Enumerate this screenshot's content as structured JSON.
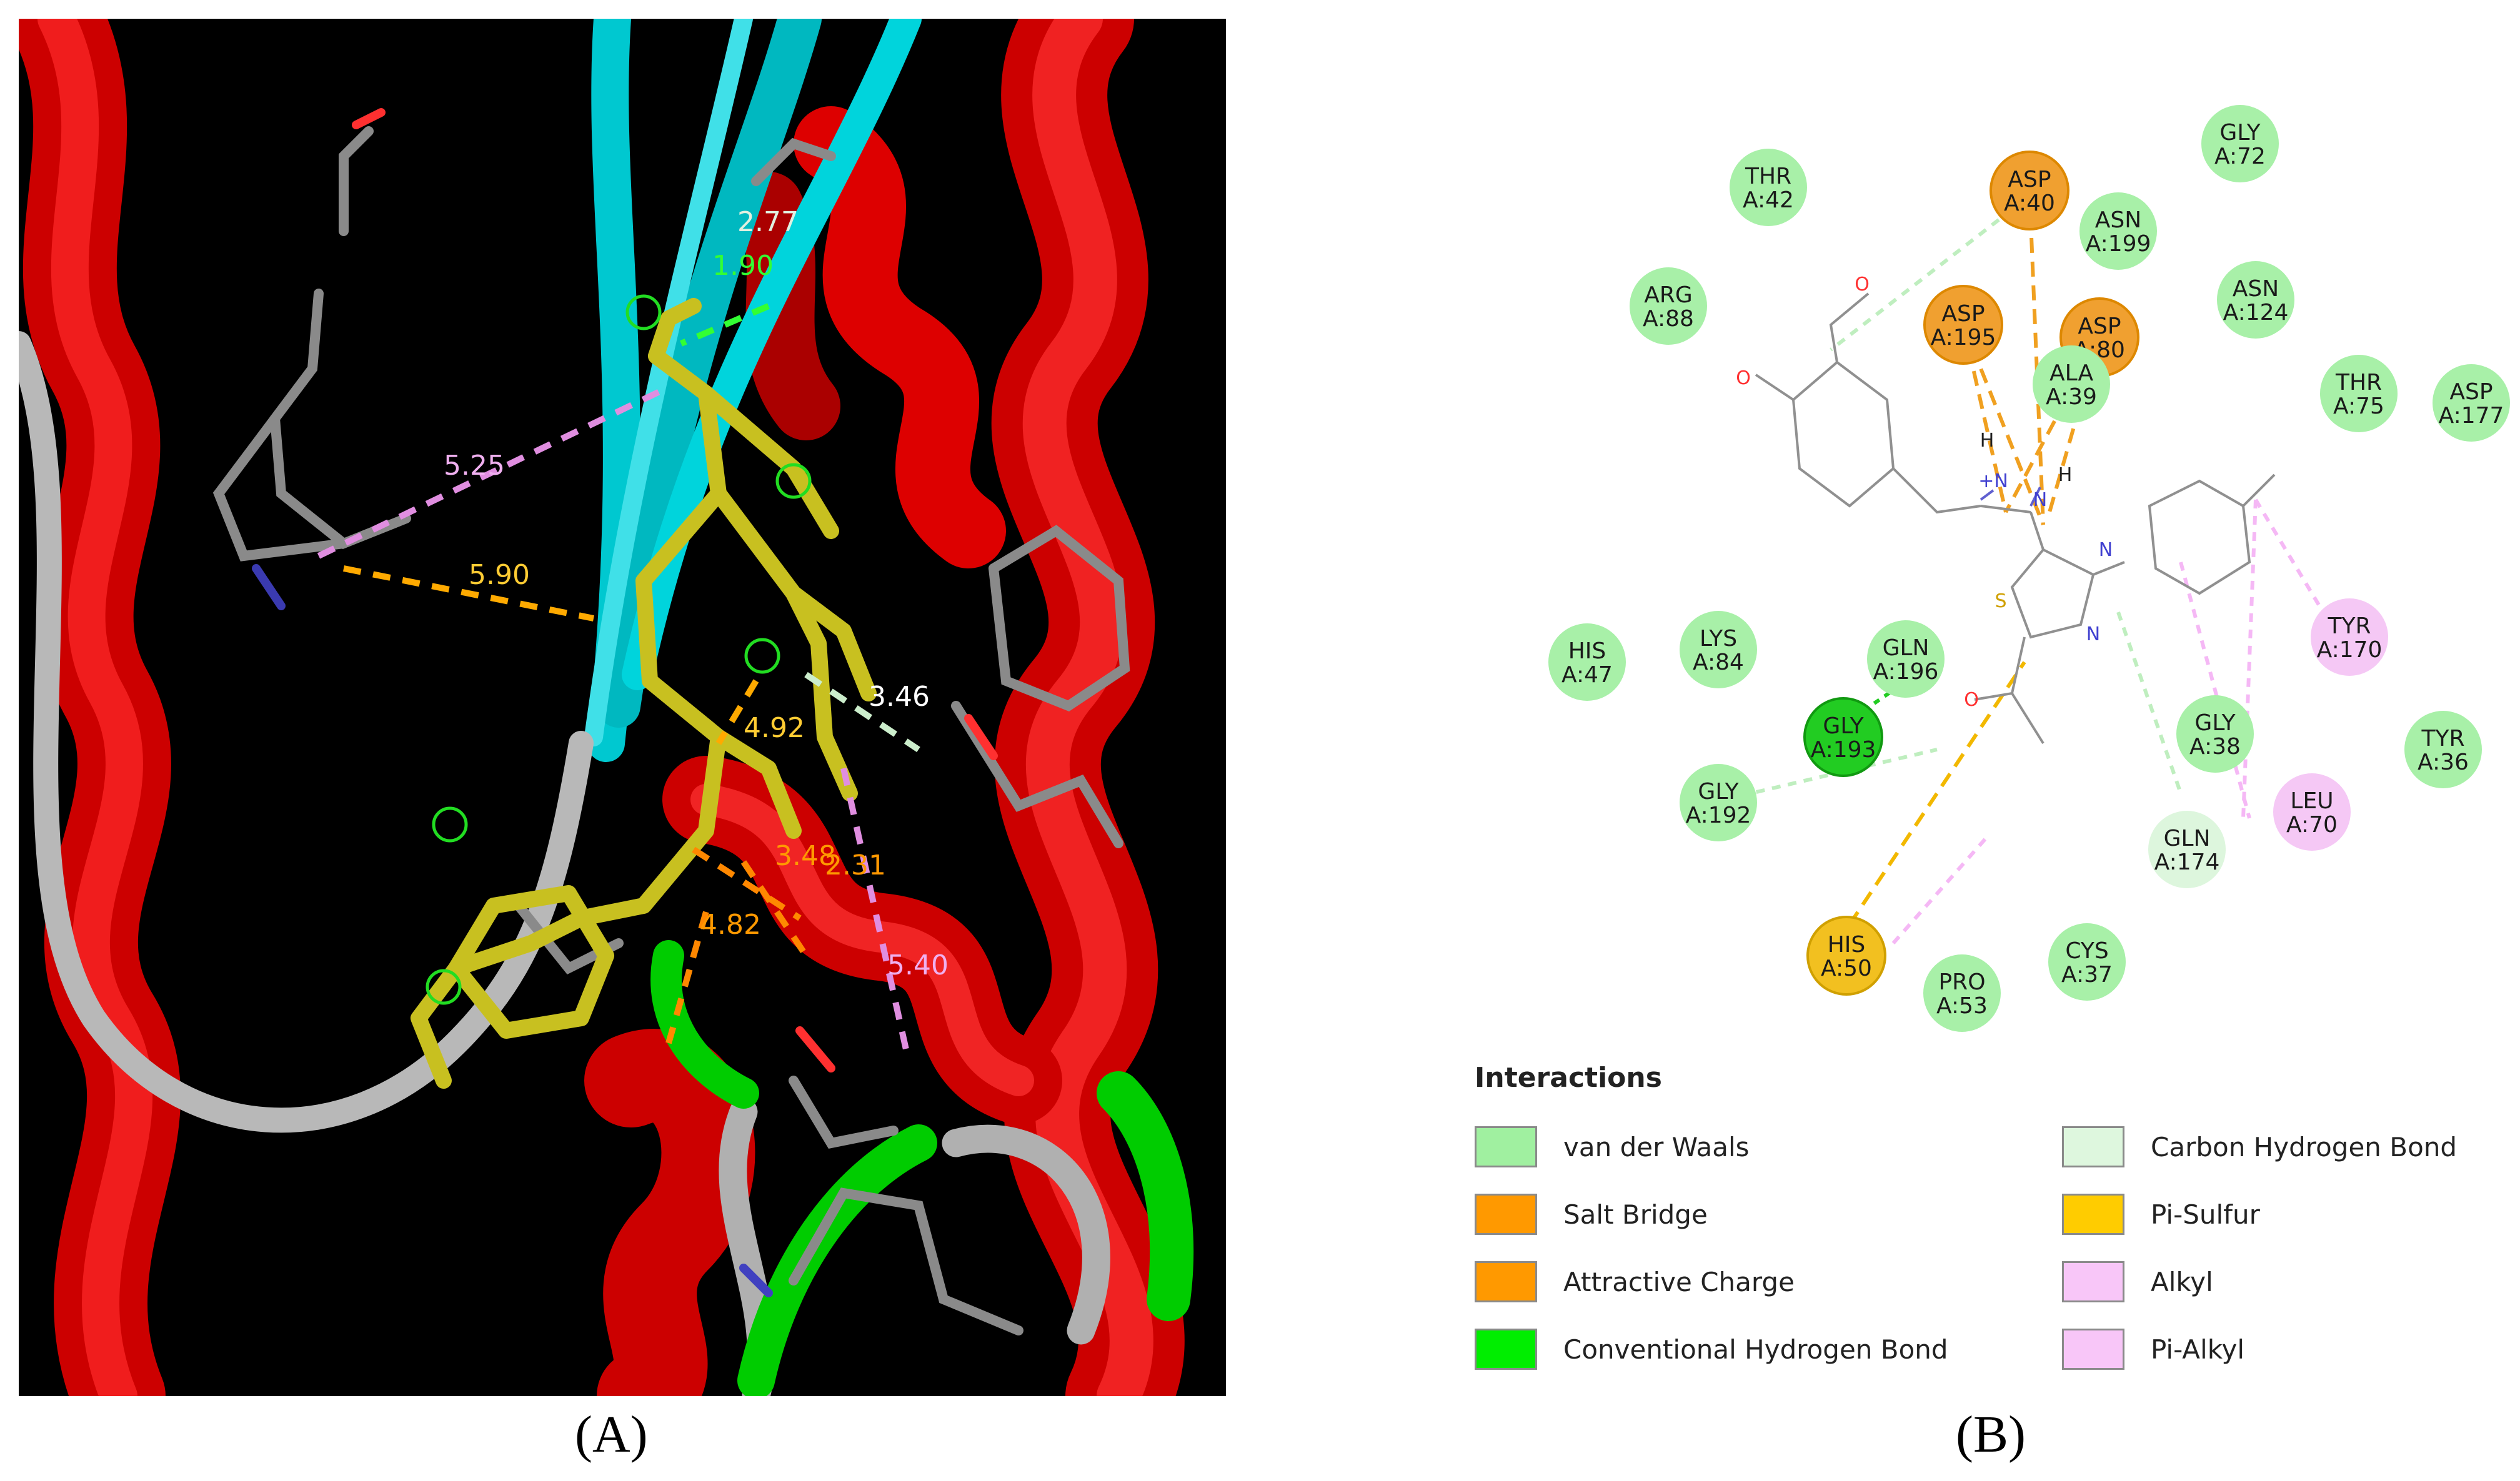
{
  "captions": {
    "a": "(A)",
    "b": "(B)"
  },
  "panel_a": {
    "distances": [
      {
        "text": "2.77",
        "color": "#e0f0e0"
      },
      {
        "text": "1.90",
        "color": "#33ff33"
      },
      {
        "text": "5.25",
        "color": "#f0b0f0"
      },
      {
        "text": "5.90",
        "color": "#ffcc33"
      },
      {
        "text": "3.46",
        "color": "#ffffff"
      },
      {
        "text": "4.92",
        "color": "#ffcc33"
      },
      {
        "text": "3.48",
        "color": "#ff9900"
      },
      {
        "text": "2.31",
        "color": "#ff9900"
      },
      {
        "text": "4.82",
        "color": "#ff9900"
      },
      {
        "text": "5.40",
        "color": "#f0b0f0"
      }
    ]
  },
  "panel_b": {
    "residues": [
      {
        "name": "THR",
        "id": "A:42",
        "type": "vdw"
      },
      {
        "name": "ASP",
        "id": "A:40",
        "type": "salt"
      },
      {
        "name": "GLY",
        "id": "A:72",
        "type": "vdw"
      },
      {
        "name": "ASN",
        "id": "A:199",
        "type": "vdw"
      },
      {
        "name": "ARG",
        "id": "A:88",
        "type": "vdw"
      },
      {
        "name": "ASP",
        "id": "A:195",
        "type": "salt"
      },
      {
        "name": "ASP",
        "id": "A:80",
        "type": "salt"
      },
      {
        "name": "ASN",
        "id": "A:124",
        "type": "vdw"
      },
      {
        "name": "ALA",
        "id": "A:39",
        "type": "vdw"
      },
      {
        "name": "THR",
        "id": "A:75",
        "type": "vdw"
      },
      {
        "name": "ASP",
        "id": "A:177",
        "type": "vdw"
      },
      {
        "name": "HIS",
        "id": "A:47",
        "type": "vdw"
      },
      {
        "name": "LYS",
        "id": "A:84",
        "type": "vdw"
      },
      {
        "name": "GLN",
        "id": "A:196",
        "type": "vdw"
      },
      {
        "name": "TYR",
        "id": "A:170",
        "type": "alkyl"
      },
      {
        "name": "GLY",
        "id": "A:193",
        "type": "hbond"
      },
      {
        "name": "GLY",
        "id": "A:38",
        "type": "vdw"
      },
      {
        "name": "TYR",
        "id": "A:36",
        "type": "vdw"
      },
      {
        "name": "GLY",
        "id": "A:192",
        "type": "vdw"
      },
      {
        "name": "LEU",
        "id": "A:70",
        "type": "alkyl"
      },
      {
        "name": "GLN",
        "id": "A:174",
        "type": "chbond"
      },
      {
        "name": "HIS",
        "id": "A:50",
        "type": "pisulfur"
      },
      {
        "name": "CYS",
        "id": "A:37",
        "type": "vdw"
      },
      {
        "name": "PRO",
        "id": "A:53",
        "type": "vdw"
      }
    ],
    "atoms": [
      "O",
      "O",
      "H",
      "+N",
      "N",
      "H",
      "S",
      "N",
      "N",
      "O"
    ],
    "colors": {
      "vdw": "#a8f0a8",
      "salt": "#f0a030",
      "hbond": "#22cc22",
      "chbond": "#ddf6dd",
      "pisulfur": "#f2c020",
      "alkyl": "#f5c8f5"
    }
  },
  "legend": {
    "title": "Interactions",
    "items": [
      {
        "label": "van der Waals",
        "color": "#a0f0a0"
      },
      {
        "label": "Carbon Hydrogen Bond",
        "color": "#def7de"
      },
      {
        "label": "Salt Bridge",
        "color": "#ff9900"
      },
      {
        "label": "Pi-Sulfur",
        "color": "#ffcc00"
      },
      {
        "label": "Attractive Charge",
        "color": "#ff9900"
      },
      {
        "label": "Alkyl",
        "color": "#f8c6f8"
      },
      {
        "label": "Conventional Hydrogen Bond",
        "color": "#00ee00"
      },
      {
        "label": "Pi-Alkyl",
        "color": "#f8c6f8"
      }
    ]
  }
}
